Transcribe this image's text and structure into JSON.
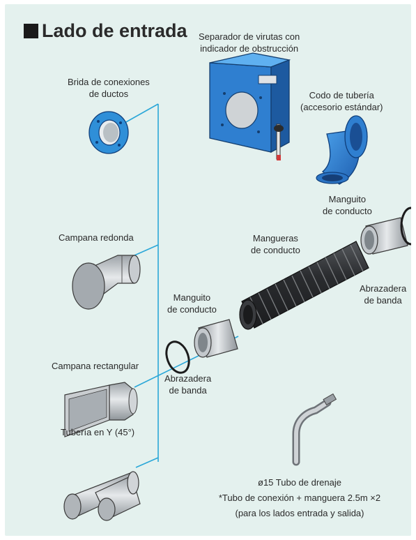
{
  "title": "Lado de entrada",
  "labels": {
    "separator": [
      "Separador de virutas con",
      "indicador de obstrucción"
    ],
    "flange": [
      "Brida de conexiones",
      "de ductos"
    ],
    "elbow": [
      "Codo de tubería",
      "(accesorio estándar)"
    ],
    "sleeve_right": [
      "Manguito",
      "de conducto"
    ],
    "hoses": [
      "Mangueras",
      "de conducto"
    ],
    "round_hood": "Campana redonda",
    "clamp_right": [
      "Abrazadera",
      "de banda"
    ],
    "sleeve_left": [
      "Manguito",
      "de conducto"
    ],
    "rect_hood": "Campana rectangular",
    "clamp_left": [
      "Abrazadera",
      "de banda"
    ],
    "y_pipe": "Tubería en Y (45°)",
    "drain": [
      "ø15 Tubo de drenaje",
      "*Tubo de conexión + manguera 2.5m ×2",
      "(para los lados entrada y salida)"
    ]
  },
  "colors": {
    "background": "#e4f1ee",
    "connector": "#2aa7d8",
    "part_blue": "#2f7fd0",
    "part_gray": "#b7bcc0",
    "hose_dark": "#3b3d40"
  }
}
